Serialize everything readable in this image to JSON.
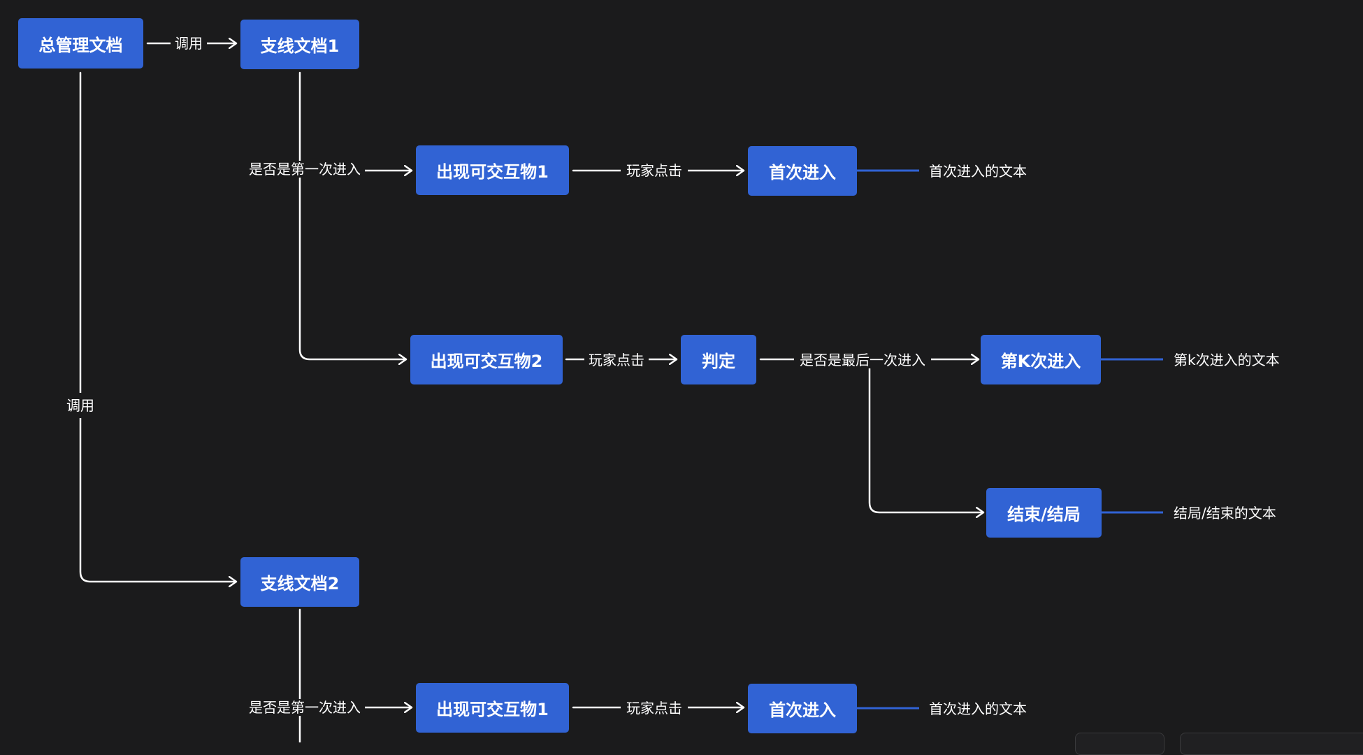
{
  "colors": {
    "background": "#1b1b1c",
    "node": "#3163d4",
    "line": "#ffffff",
    "note_line": "#3163d4"
  },
  "nodes": {
    "main_doc": "总管理文档",
    "branch_doc_1": "支线文档1",
    "interactable_1": "出现可交互物1",
    "first_entry_1": "首次进入",
    "interactable_2": "出现可交互物2",
    "judge": "判定",
    "kth_entry": "第K次进入",
    "ending": "结束/结局",
    "branch_doc_2": "支线文档2",
    "interactable_1b": "出现可交互物1",
    "first_entry_1b": "首次进入"
  },
  "edge_labels": {
    "call_top": "调用",
    "first_time_q_1": "是否是第一次进入",
    "player_click_1": "玩家点击",
    "player_click_2": "玩家点击",
    "last_time_q": "是否是最后一次进入",
    "call_left": "调用",
    "first_time_q_2": "是否是第一次进入",
    "player_click_3": "玩家点击"
  },
  "notes": {
    "first_entry_text_1": "首次进入的文本",
    "kth_entry_text": "第k次进入的文本",
    "ending_text": "结局/结束的文本",
    "first_entry_text_2": "首次进入的文本"
  }
}
